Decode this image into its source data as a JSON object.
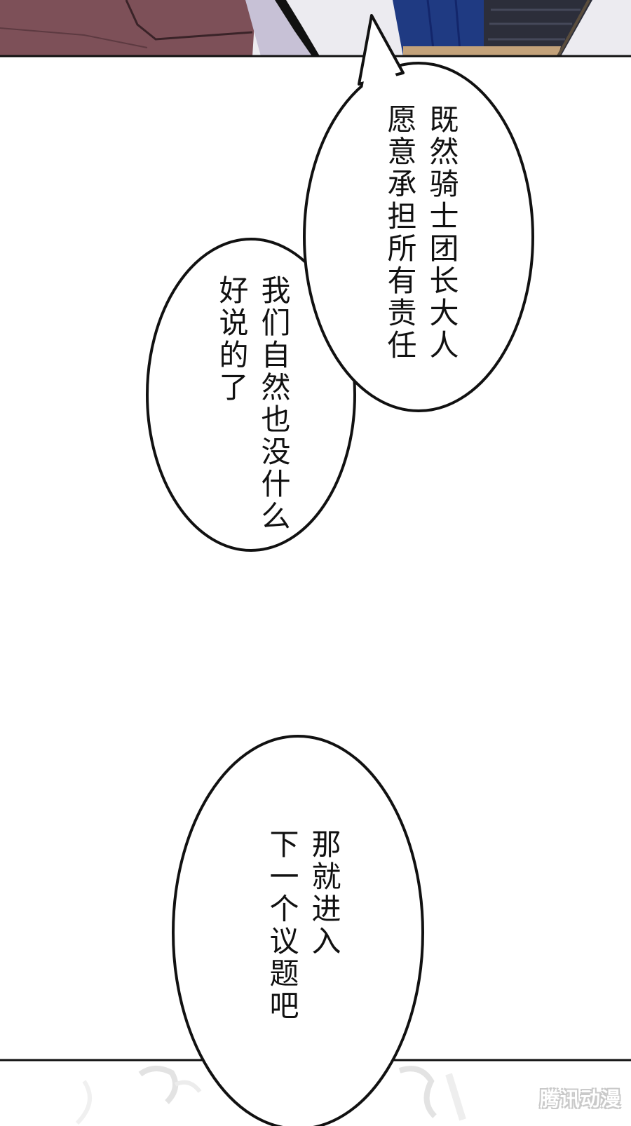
{
  "bubbles": {
    "knight": {
      "col1": "既然骑士团长大人",
      "col2": "愿意承担所有责任"
    },
    "reply": {
      "col1": "我们自然也没什么",
      "col2": "好说的了"
    },
    "next": {
      "col1": "那就进入",
      "col2": "下一个议题吧"
    }
  },
  "watermark": {
    "text": "腾讯动漫"
  },
  "colors": {
    "panel_border": "#111111",
    "cloak_maroon": "#7d5058",
    "cloak_navy": "#1f3a82",
    "floor_wood": "#c3a27a",
    "bubble_fill": "#ffffff",
    "bubble_stroke": "#111111"
  }
}
